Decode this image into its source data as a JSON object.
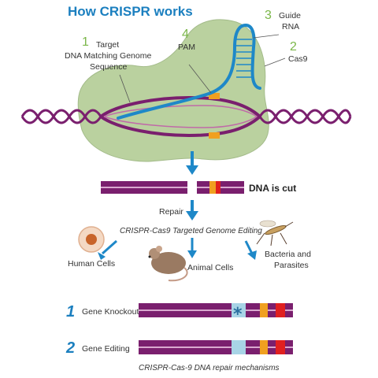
{
  "title": "How CRISPR works",
  "steps": {
    "target": {
      "num": "1",
      "line1": "Target",
      "line2": "DNA Matching Genome",
      "line3": "Sequence"
    },
    "cas9": {
      "num": "2",
      "label": "Cas9"
    },
    "guide": {
      "num": "3",
      "line1": "Guide",
      "line2": "RNA"
    },
    "pam": {
      "num": "4",
      "label": "PAM"
    }
  },
  "dna_cut": "DNA is cut",
  "repair": "Repair",
  "editing_caption": "CRISPR-Cas9 Targeted Genome Editing",
  "targets": {
    "human": "Human Cells",
    "animal": "Animal Cells",
    "bacteria_line1": "Bacteria and",
    "bacteria_line2": "Parasites"
  },
  "mechanisms": [
    {
      "num": "1",
      "label": "Gene Knockout"
    },
    {
      "num": "2",
      "label": "Gene Editing"
    }
  ],
  "mechanisms_caption": "CRISPR-Cas-9 DNA repair mechanisms",
  "colors": {
    "title_blue": "#1b7fbf",
    "step_green": "#7ab648",
    "dna_purple": "#7a1f6e",
    "cas9_green": "#b7cf9a",
    "guide_blue": "#1e88c8",
    "pam_orange": "#f0a020",
    "cut_red": "#e02020"
  }
}
